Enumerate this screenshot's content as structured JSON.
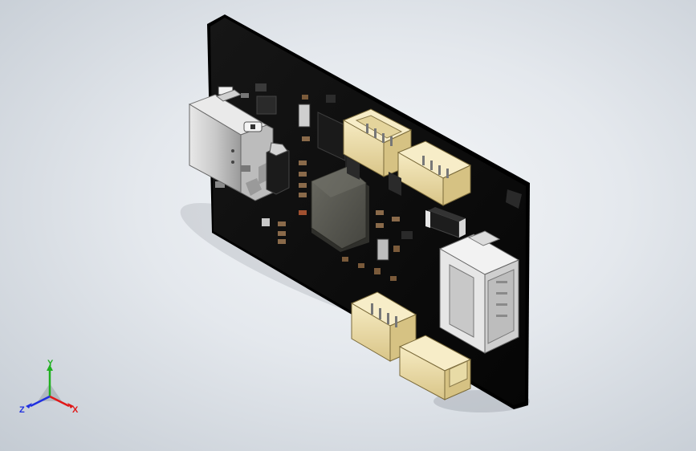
{
  "viewport": {
    "background_colors": [
      "#f4f6f8",
      "#c4cbd3"
    ]
  },
  "model": {
    "board_color": "#0b0b0b",
    "connector_color": "#f0e2b0",
    "chip_color": "#5a5a52",
    "components": [
      {
        "name": "usb-c-connector",
        "icon": "usb-c-port"
      },
      {
        "name": "main-mcu-chip",
        "icon": "qfn-chip"
      },
      {
        "name": "jst-connector",
        "icon": "jst-header"
      },
      {
        "name": "inductor",
        "icon": "smd-inductor"
      },
      {
        "name": "smd-resistor",
        "icon": "smd-part"
      }
    ]
  },
  "axis_triad": {
    "labels": {
      "x": "X",
      "y": "Y",
      "z": "Z"
    },
    "colors": {
      "x": "#e01818",
      "y": "#20b020",
      "z": "#2030e0"
    }
  }
}
